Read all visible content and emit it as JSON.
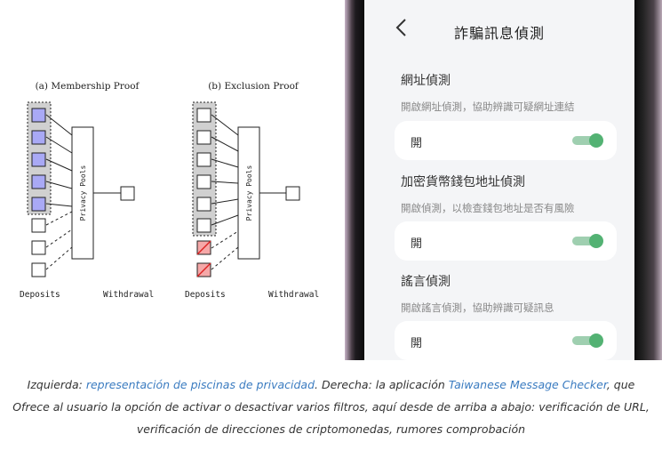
{
  "diagram": {
    "membership_title": "(a) Membership Proof",
    "exclusion_title": "(b) Exclusion Proof",
    "pool_label": "Privacy Pools",
    "deposits_label": "Deposits",
    "withdrawal_label": "Withdrawal",
    "colors": {
      "included": "#a9a9f5",
      "excluded": "#f5a8a8",
      "set_bg": "#d0d0d0"
    }
  },
  "app": {
    "title": "詐騙訊息偵測",
    "sections": [
      {
        "title": "網址偵測",
        "desc": "開啟網址偵測，協助辨識可疑網址連結",
        "toggle_label": "開",
        "on": true
      },
      {
        "title": "加密貨幣錢包地址偵測",
        "desc": "開啟偵測，以檢查錢包地址是否有風險",
        "toggle_label": "開",
        "on": true
      },
      {
        "title": "謠言偵測",
        "desc": "開啟謠言偵測，協助辨識可疑訊息",
        "toggle_label": "開",
        "on": true
      }
    ],
    "accent": "#53b273"
  },
  "caption": {
    "p1": "Izquierda: ",
    "link1": "representación de piscinas de privacidad",
    "p2": ". Derecha: la aplicación ",
    "link2": "Taiwanese Message Checker",
    "p3": ", que Ofrece al usuario la opción de activar o desactivar varios filtros, aquí desde de arriba a abajo: verificación de URL, verificación de direcciones de criptomonedas, rumores comprobación"
  }
}
